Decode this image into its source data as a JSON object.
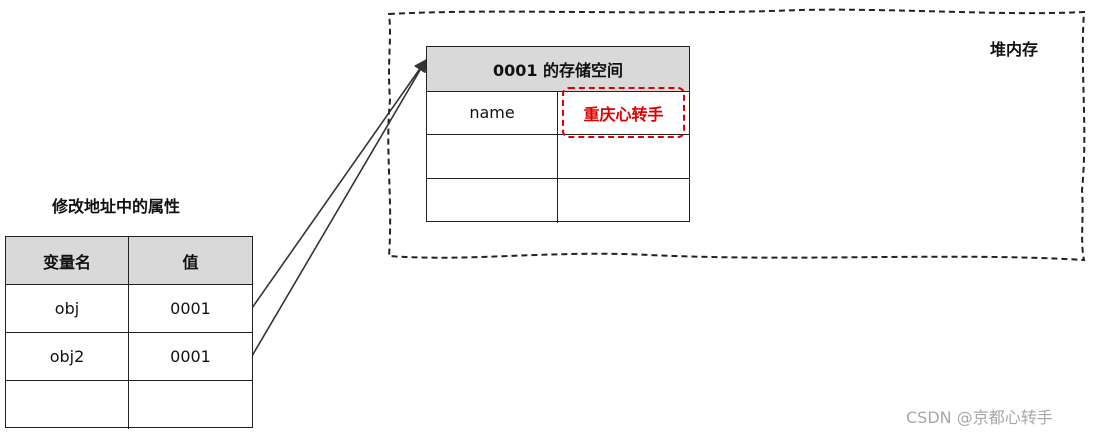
{
  "heap": {
    "label": "堆内存",
    "table": {
      "title": "0001 的存储空间",
      "rows": [
        {
          "key": "name",
          "value": "重庆心转手"
        },
        {
          "key": "",
          "value": ""
        },
        {
          "key": "",
          "value": ""
        }
      ]
    }
  },
  "stack": {
    "caption": "修改地址中的属性",
    "headers": [
      "变量名",
      "值"
    ],
    "rows": [
      {
        "name": "obj",
        "value": "0001"
      },
      {
        "name": "obj2",
        "value": "0001"
      },
      {
        "name": "",
        "value": ""
      }
    ]
  },
  "watermark": "CSDN @京都心转手",
  "colors": {
    "highlight": "#e00000",
    "header_fill": "#d9d9d9",
    "line": "#333333"
  }
}
